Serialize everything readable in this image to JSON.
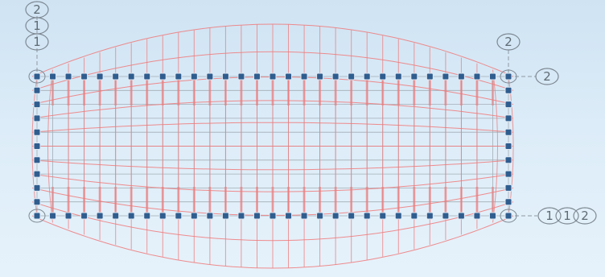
{
  "view": {
    "background_top": "#cfe3f3",
    "background_bottom": "#e6f2fb",
    "grid_color": "#a3adb6",
    "deformed_color": "#f07a7a",
    "node_color": "#2f5d8f",
    "bubble_color": "#7d8892"
  },
  "grid_bubbles": {
    "top_left": [
      "2",
      "1",
      "1"
    ],
    "top_right": "2",
    "right_top": "2",
    "right_bottom": [
      "1",
      "1",
      "2"
    ]
  }
}
